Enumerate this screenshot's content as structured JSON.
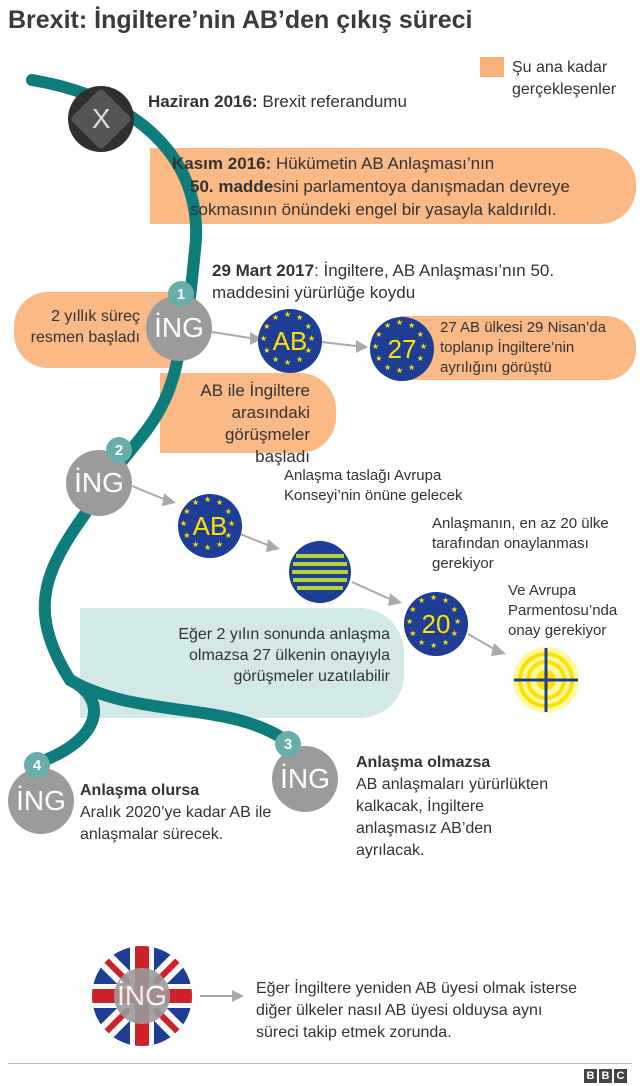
{
  "title": "Brexit: İngiltere’nin AB’den çıkış süreci",
  "legend": "Şu ana kadar gerçekleşenler",
  "events": {
    "june2016_date": "Haziran 2016:",
    "june2016_text": "Brexit referandumu",
    "kasim_date": "Kasım 2016:",
    "kasim_text1": "Hükümetin AB Anlaşması’nın",
    "kasim_bold": "50. madde",
    "kasim_text2": "sini parlamentoya danışmadan devreye",
    "kasim_text3": "sokmasının önündeki engel bir yasayla kaldırıldı.",
    "mart_date": "29 Mart 2017",
    "mart_text": ": İngiltere, AB Anlaşması’nın 50. maddesini yürürlüğe koydu",
    "surec": "2 yıllık süreç resmen başladı",
    "ulkeler": "27 AB ülkesi 29 Nisan’da toplanıp İngiltere’nin ayrılığını görüştü",
    "gorusme": "AB ile İngiltere arasındaki görüşmeler başladı",
    "taslak": "Anlaşma taslağı Avrupa Konseyi’nin önüne gelecek",
    "onay20": "Anlaşmanın, en az 20 ülke tarafından onaylanması gerekiyor",
    "parlamento": "Ve Avrupa Parmentosu’nda onay gerekiyor",
    "uzatma": "Eğer 2 yılın sonunda anlaşma olmazsa 27 ülkenin onayıyla görüşmeler uzatılabilir",
    "olursa_title": "Anlaşma olursa",
    "olursa_text": "Aralık 2020’ye kadar AB ile anlaşmalar sürecek.",
    "olmazsa_title": "Anlaşma olmazsa",
    "olmazsa_text": "AB anlaşmaları yürürlükten kalkacak, İngiltere anlaşmasız AB’den ayrılacak.",
    "yeniden": "Eğer İngiltere yeniden AB üyesi olmak isterse diğer ülkeler nasıl AB üyesi olduysa aynı süreci takip etmek zorunda."
  },
  "labels": {
    "ing": "İNG",
    "ab": "AB",
    "n27": "27",
    "n20": "20",
    "x": "X",
    "step1": "1",
    "step2": "2",
    "step3": "3",
    "step4": "4"
  },
  "footer": {
    "b1": "B",
    "b2": "B",
    "c": "C"
  },
  "colors": {
    "path": "#0e7c7b",
    "orange": "#fbb985",
    "teal_light": "#d2e9e8",
    "eu_blue": "#1d3e94",
    "eu_yellow": "#ffe000",
    "grey": "#9b9b9b"
  }
}
